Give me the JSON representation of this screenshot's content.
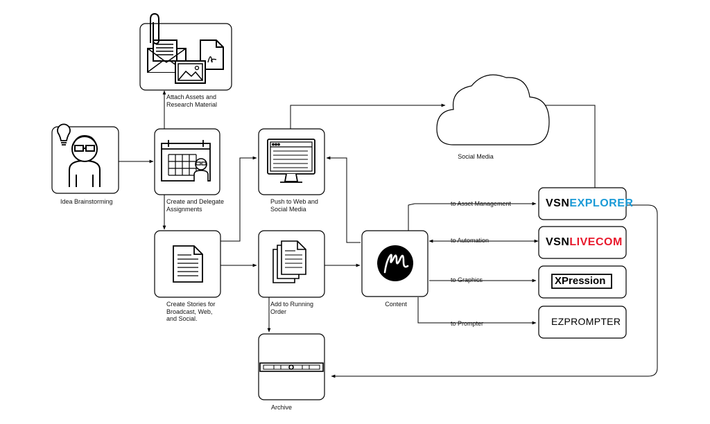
{
  "nodes": {
    "idea": {
      "label": "Idea Brainstorming"
    },
    "attach": {
      "label": "Attach Assets and\nResearch Material"
    },
    "delegate": {
      "label": "Create and Delegate\nAssignments"
    },
    "stories": {
      "label": "Create Stories for\nBroadcast, Web,\nand Social."
    },
    "push": {
      "label": "Push to Web and\nSocial Media"
    },
    "running_order": {
      "label": "Add to Running\nOrder"
    },
    "archive": {
      "label": "Archive"
    },
    "content": {
      "label": "Content"
    },
    "social": {
      "label": "Social Media"
    }
  },
  "edges": {
    "asset_management": "to Asset Management",
    "automation": "to Automation",
    "graphics": "to Graphics",
    "prompter": "to Prompter"
  },
  "products": {
    "explorer": {
      "prefix": "VSN",
      "suffix": "EXPLORER",
      "suffix_color": "#1a9ad6"
    },
    "livecom": {
      "prefix": "VSN",
      "suffix": "LIVECOM",
      "suffix_color": "#e8192c"
    },
    "xpression": {
      "text": "XPression"
    },
    "ezprompter": {
      "text": "EZPROMPTER"
    }
  },
  "colors": {
    "stroke": "#000000",
    "box_fill": "#ffffff"
  }
}
